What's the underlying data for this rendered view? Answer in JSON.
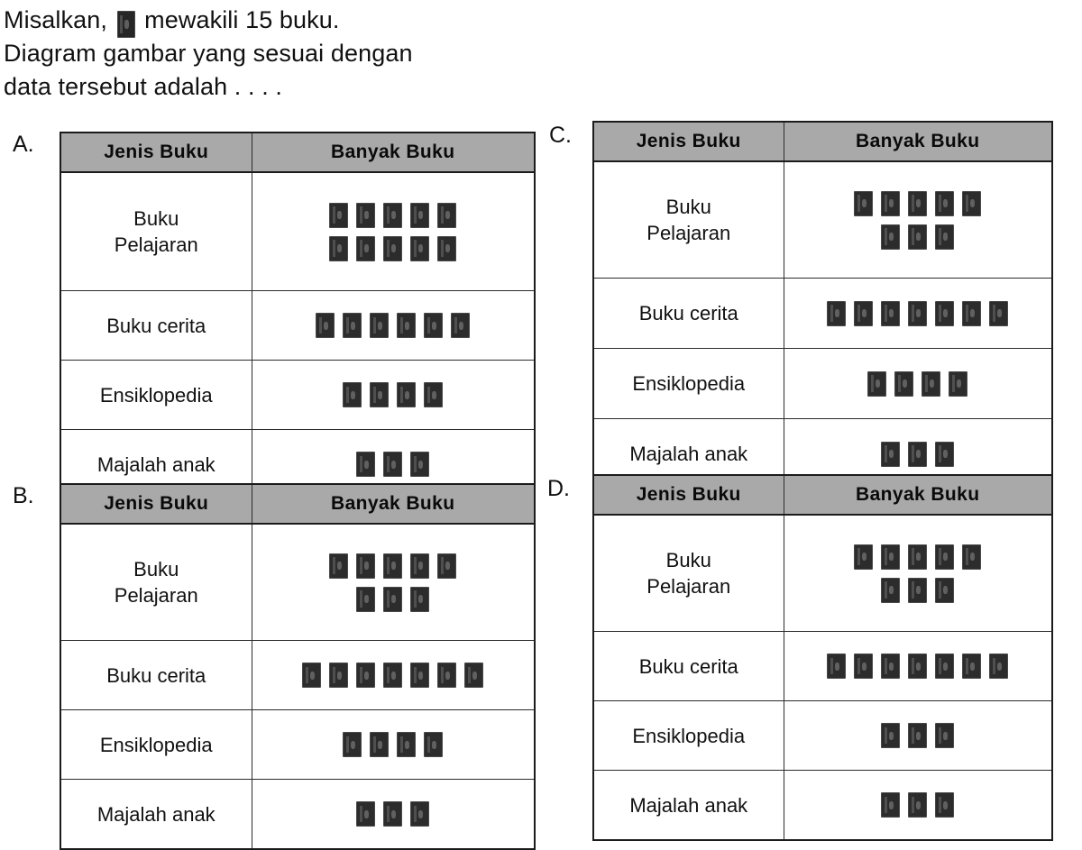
{
  "question": {
    "line1_before": "Misalkan,",
    "key_icon": "book-icon",
    "line1_after": "mewakili 15 buku.",
    "line2": "Diagram gambar yang sesuai dengan",
    "line3": "data tersebut adalah . . . ."
  },
  "colors": {
    "header_gray": "#a9a9a9",
    "border": "#1b1b1b",
    "icon_fill": "#2c2c2c",
    "text": "#111111"
  },
  "table_headers": [
    "Jenis Buku",
    "Banyak Buku"
  ],
  "row_labels": [
    "Buku Pelajaran",
    "Buku cerita",
    "Ensiklopedia",
    "Majalah anak"
  ],
  "options": [
    {
      "letter": "A.",
      "id": "a",
      "headers": [
        "Jenis Buku",
        "Banyak Buku"
      ],
      "rows": [
        {
          "label_lines": [
            "Buku",
            "Pelajaran"
          ],
          "icon_rows": [
            5,
            5
          ],
          "count": 10
        },
        {
          "label_lines": [
            "Buku cerita"
          ],
          "icon_rows": [
            6
          ],
          "count": 6
        },
        {
          "label_lines": [
            "Ensiklopedia"
          ],
          "icon_rows": [
            4
          ],
          "count": 4
        },
        {
          "label_lines": [
            "Majalah anak"
          ],
          "icon_rows": [
            3
          ],
          "count": 3
        }
      ]
    },
    {
      "letter": "B.",
      "id": "b",
      "headers": [
        "Jenis Buku",
        "Banyak Buku"
      ],
      "rows": [
        {
          "label_lines": [
            "Buku",
            "Pelajaran"
          ],
          "icon_rows": [
            5,
            3
          ],
          "count": 8
        },
        {
          "label_lines": [
            "Buku cerita"
          ],
          "icon_rows": [
            7
          ],
          "count": 7
        },
        {
          "label_lines": [
            "Ensiklopedia"
          ],
          "icon_rows": [
            4
          ],
          "count": 4
        },
        {
          "label_lines": [
            "Majalah anak"
          ],
          "icon_rows": [
            3
          ],
          "count": 3
        }
      ]
    },
    {
      "letter": "C.",
      "id": "c",
      "headers": [
        "Jenis Buku",
        "Banyak Buku"
      ],
      "rows": [
        {
          "label_lines": [
            "Buku",
            "Pelajaran"
          ],
          "icon_rows": [
            5,
            3
          ],
          "count": 8
        },
        {
          "label_lines": [
            "Buku cerita"
          ],
          "icon_rows": [
            7
          ],
          "count": 7
        },
        {
          "label_lines": [
            "Ensiklopedia"
          ],
          "icon_rows": [
            4
          ],
          "count": 4
        },
        {
          "label_lines": [
            "Majalah anak"
          ],
          "icon_rows": [
            3
          ],
          "count": 3
        }
      ]
    },
    {
      "letter": "D.",
      "id": "d",
      "headers": [
        "Jenis Buku",
        "Banyak Buku"
      ],
      "rows": [
        {
          "label_lines": [
            "Buku",
            "Pelajaran"
          ],
          "icon_rows": [
            5,
            3
          ],
          "count": 8
        },
        {
          "label_lines": [
            "Buku cerita"
          ],
          "icon_rows": [
            7
          ],
          "count": 7
        },
        {
          "label_lines": [
            "Ensiklopedia"
          ],
          "icon_rows": [
            3
          ],
          "count": 3
        },
        {
          "label_lines": [
            "Majalah anak"
          ],
          "icon_rows": [
            3
          ],
          "count": 3
        }
      ]
    }
  ],
  "legend": {
    "symbol_value": 15,
    "symbol_unit": "buku"
  }
}
